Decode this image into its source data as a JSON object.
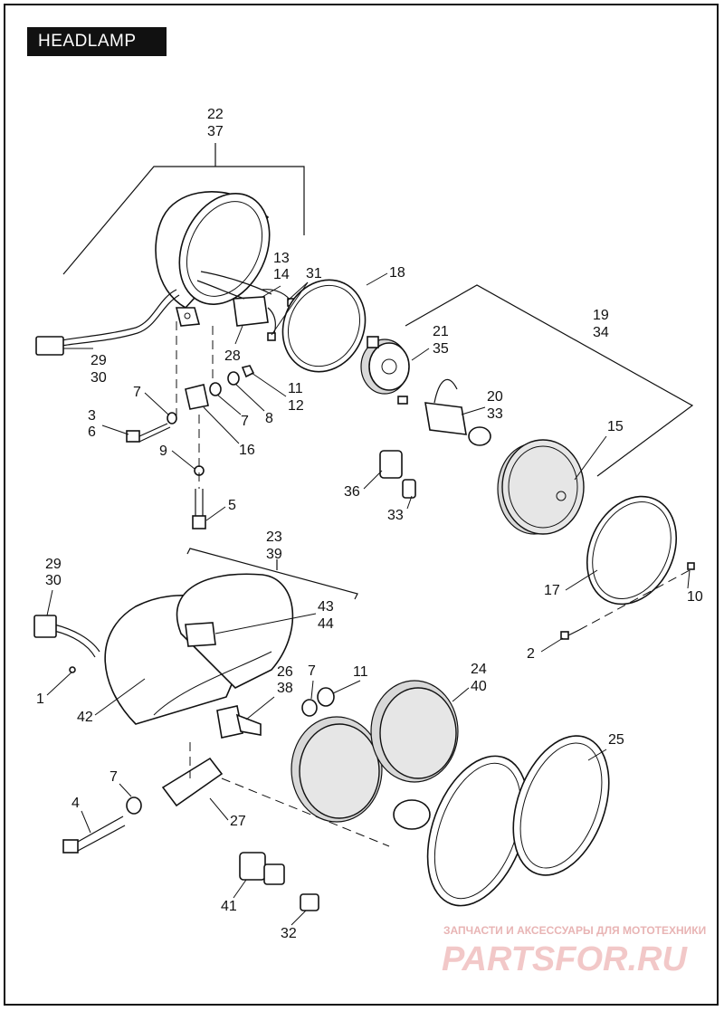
{
  "title": "HEADLAMP",
  "callouts": {
    "c1": "1",
    "c2": "2",
    "c3": "3",
    "c6": "6",
    "c4": "4",
    "c5": "5",
    "c7a": "7",
    "c7b": "7",
    "c7c": "7",
    "c7d": "7",
    "c8": "8",
    "c9": "9",
    "c10": "10",
    "c11a": "11",
    "c12": "12",
    "c11b": "11",
    "c13": "13",
    "c14": "14",
    "c15": "15",
    "c16": "16",
    "c17": "17",
    "c18": "18",
    "c19": "19",
    "c34": "34",
    "c20": "20",
    "c33a": "33",
    "c33b": "33",
    "c21": "21",
    "c35": "35",
    "c22": "22",
    "c37": "37",
    "c23": "23",
    "c39": "39",
    "c24": "24",
    "c40": "40",
    "c25": "25",
    "c26": "26",
    "c38": "38",
    "c27": "27",
    "c28": "28",
    "c29a": "29",
    "c30a": "30",
    "c29b": "29",
    "c30b": "30",
    "c31": "31",
    "c32": "32",
    "c36": "36",
    "c41": "41",
    "c42": "42",
    "c43": "43",
    "c44": "44"
  },
  "watermark": {
    "tagline": "ЗАПЧАСТИ И АКСЕССУАРЫ ДЛЯ МОТОТЕХНИКИ",
    "brand": "PARTSFOR.RU"
  }
}
